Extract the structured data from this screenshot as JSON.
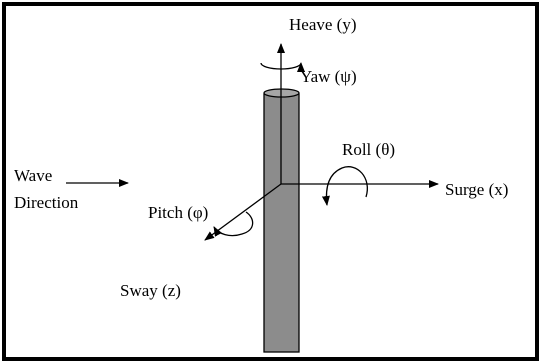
{
  "diagram": {
    "labels": {
      "heave": "Heave (y)",
      "yaw": "Yaw (ψ)",
      "roll": "Roll (θ)",
      "surge": "Surge (x)",
      "pitch": "Pitch (φ)",
      "sway": "Sway (z)",
      "wave_line1": "Wave",
      "wave_line2": "Direction"
    },
    "colors": {
      "spar_fill": "#8c8c8c",
      "spar_cap": "#a6a6a6",
      "stroke": "#000000"
    }
  }
}
